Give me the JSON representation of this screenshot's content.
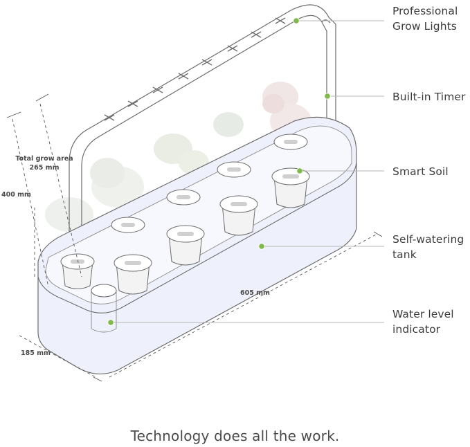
{
  "callouts": {
    "grow_lights": [
      "Professional",
      "Grow Lights"
    ],
    "timer": [
      "Built-in Timer"
    ],
    "smart_soil": [
      "Smart Soil"
    ],
    "tank": [
      "Self-watering",
      "tank"
    ],
    "water_level": [
      "Water level",
      "indicator"
    ]
  },
  "dimensions": {
    "grow_area": [
      "Total grow area",
      "265 mm"
    ],
    "height": "400 mm",
    "length": "605 mm",
    "depth": "185 mm"
  },
  "tagline": "Technology does all the work.",
  "colors": {
    "marker_dot": "#7fb94a",
    "leader_line": "#b5b5b5",
    "outline": "#6c6c6c",
    "tank_fill": "#eef1fb",
    "plant_fill": "#dfe3dc"
  }
}
